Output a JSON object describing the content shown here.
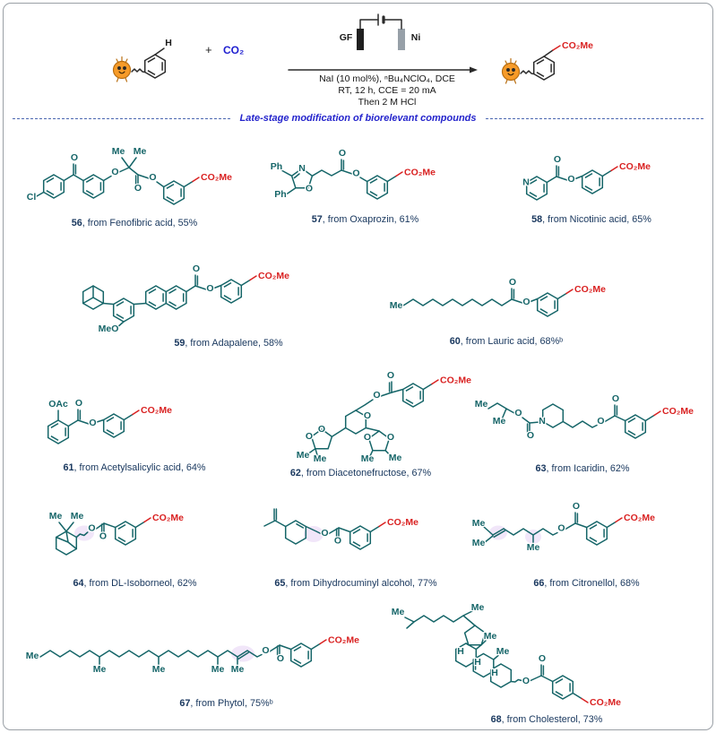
{
  "scheme": {
    "substrate_h": "H",
    "plus": "+",
    "co2": "CO₂",
    "anode_label": "GF",
    "cathode_label": "Ni",
    "conditions_line1": "NaI (10 mol%), ⁿBu₄NClO₄, DCE",
    "conditions_line2": "RT, 12 h, CCE = 20 mA",
    "conditions_line3": "Then 2 M HCl",
    "product_ester": "CO₂Me"
  },
  "banner": "Late-stage modification of biorelevant compounds",
  "atoms": {
    "O": "O",
    "N": "N",
    "Cl": "Cl",
    "Me": "Me",
    "Ph": "Ph",
    "OAc": "OAc",
    "MeO": "MeO",
    "H": "H",
    "ester": "CO₂Me"
  },
  "colors": {
    "bond_teal": "#156568",
    "ester_red": "#d92121",
    "co2_blue": "#1f1fd0",
    "caption_navy": "#17365d"
  },
  "compounds": [
    {
      "number": "56",
      "caption": ", from Fenofibric acid, 55%"
    },
    {
      "number": "57",
      "caption": ", from Oxaprozin, 61%"
    },
    {
      "number": "58",
      "caption": ", from Nicotinic acid, 65%"
    },
    {
      "number": "59",
      "caption": ", from Adapalene, 58%"
    },
    {
      "number": "60",
      "caption": ", from Lauric acid, 68%ᵇ"
    },
    {
      "number": "61",
      "caption": ", from Acetylsalicylic acid, 64%"
    },
    {
      "number": "62",
      "caption": ", from Diacetonefructose, 67%"
    },
    {
      "number": "63",
      "caption": ", from Icaridin, 62%"
    },
    {
      "number": "64",
      "caption": ", from DL-Isoborneol, 62%"
    },
    {
      "number": "65",
      "caption": ", from Dihydrocuminyl alcohol, 77%"
    },
    {
      "number": "66",
      "caption": ", from Citronellol, 68%"
    },
    {
      "number": "67",
      "caption": ", from Phytol, 75%ᵇ"
    },
    {
      "number": "68",
      "caption": ", from Cholesterol, 73%"
    }
  ]
}
